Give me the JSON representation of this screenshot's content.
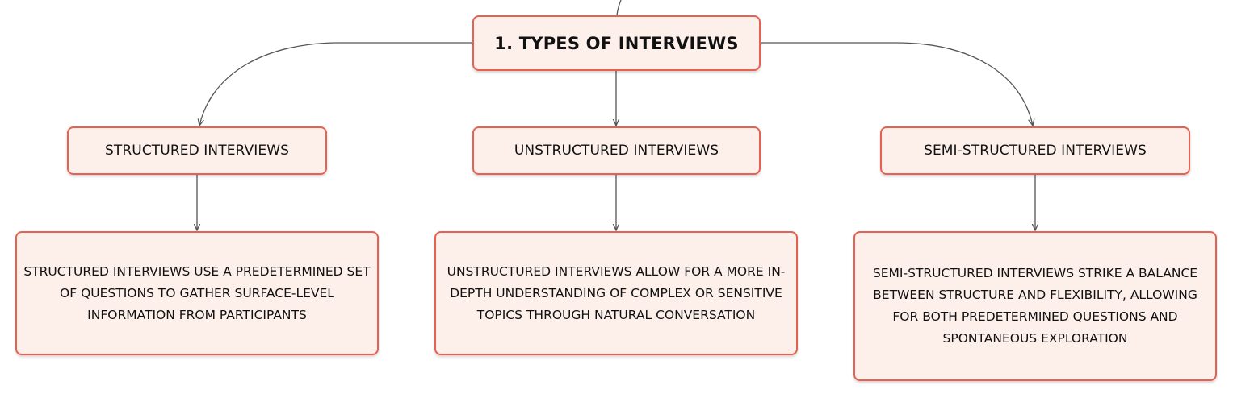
{
  "diagram": {
    "root": {
      "label": "1. TYPES OF INTERVIEWS"
    },
    "branches": [
      {
        "label": "STRUCTURED INTERVIEWS",
        "description": "STRUCTURED INTERVIEWS USE A PREDETERMINED SET OF QUESTIONS TO GATHER SURFACE-LEVEL INFORMATION FROM PARTICIPANTS"
      },
      {
        "label": "UNSTRUCTURED INTERVIEWS",
        "description": "UNSTRUCTURED INTERVIEWS ALLOW FOR A MORE IN-DEPTH UNDERSTANDING OF COMPLEX OR SENSITIVE TOPICS THROUGH NATURAL CONVERSATION"
      },
      {
        "label": "SEMI-STRUCTURED INTERVIEWS",
        "description": "SEMI-STRUCTURED INTERVIEWS STRIKE A BALANCE BETWEEN STRUCTURE AND FLEXIBILITY, ALLOWING FOR BOTH PREDETERMINED QUESTIONS AND SPONTANEOUS EXPLORATION"
      }
    ]
  },
  "colors": {
    "node_fill": "#fdefea",
    "node_border": "#e8604f",
    "connector": "#555555",
    "text": "#111111"
  }
}
